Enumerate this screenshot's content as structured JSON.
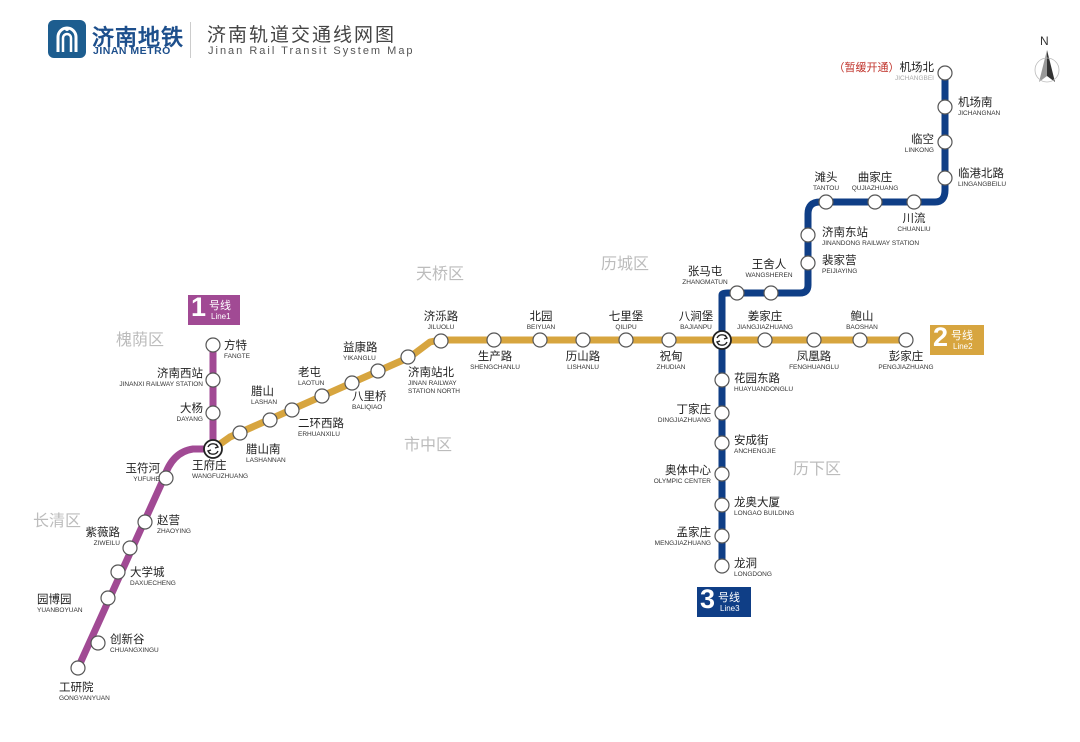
{
  "header": {
    "brand_cn": "济南地铁",
    "brand_en": "JINAN METRO",
    "title_cn": "济南轨道交通线网图",
    "title_en": "Jinan Rail Transit System Map",
    "compass": "N"
  },
  "colors": {
    "line1": "#a14a94",
    "line2": "#d7a53f",
    "line3": "#0f3e86",
    "brand": "#1d4f8c"
  },
  "districts": [
    "槐荫区",
    "天桥区",
    "历城区",
    "市中区",
    "历下区",
    "长清区"
  ],
  "lines": {
    "line1": {
      "num": "1",
      "hao": "号线",
      "en": "Line1"
    },
    "line2": {
      "num": "2",
      "hao": "号线",
      "en": "Line2"
    },
    "line3": {
      "num": "3",
      "hao": "号线",
      "en": "Line3"
    }
  },
  "stations": {
    "fangte": {
      "cn": "方特",
      "en": "FANGTE"
    },
    "jinanxi": {
      "cn": "济南西站",
      "en": "JINANXI RAILWAY STATION"
    },
    "dayang": {
      "cn": "大杨",
      "en": "DAYANG"
    },
    "wangfuzhuang": {
      "cn": "王府庄",
      "en": "WANGFUZHUANG"
    },
    "yufuhe": {
      "cn": "玉符河",
      "en": "YUFUHE"
    },
    "zhaoying": {
      "cn": "赵营",
      "en": "ZHAOYING"
    },
    "ziweilu": {
      "cn": "紫薇路",
      "en": "ZIWEILU"
    },
    "daxuecheng": {
      "cn": "大学城",
      "en": "DAXUECHENG"
    },
    "yuanboyuan": {
      "cn": "园博园",
      "en": "YUANBOYUAN"
    },
    "chuangxingu": {
      "cn": "创新谷",
      "en": "CHUANGXINGU"
    },
    "gongyanyuan": {
      "cn": "工研院",
      "en": "GONGYANYUAN"
    },
    "lashannan": {
      "cn": "腊山南",
      "en": "LASHANNAN"
    },
    "lashan": {
      "cn": "腊山",
      "en": "LASHAN"
    },
    "erhuanxilu": {
      "cn": "二环西路",
      "en": "ERHUANXILU"
    },
    "laotun": {
      "cn": "老屯",
      "en": "LAOTUN"
    },
    "baliqiao": {
      "cn": "八里桥",
      "en": "BALIQIAO"
    },
    "yikanglu": {
      "cn": "益康路",
      "en": "YIKANGLU"
    },
    "jinanzhanbei": {
      "cn": "济南站北",
      "en1": "JINAN RAILWAY",
      "en2": "STATION NORTH"
    },
    "jiluolu": {
      "cn": "济泺路",
      "en": "JILUOLU"
    },
    "shengchanlu": {
      "cn": "生产路",
      "en": "SHENGCHANLU"
    },
    "beiyuan": {
      "cn": "北园",
      "en": "BEIYUAN"
    },
    "lishanlu": {
      "cn": "历山路",
      "en": "LISHANLU"
    },
    "qilipu": {
      "cn": "七里堡",
      "en": "QILIPU"
    },
    "zhudian": {
      "cn": "祝甸",
      "en": "ZHUDIAN"
    },
    "bajianpu": {
      "cn": "八涧堡",
      "en": "BAJIANPU"
    },
    "jiangjiazhuang": {
      "cn": "姜家庄",
      "en": "JIANGJIAZHUANG"
    },
    "fenghuanglu": {
      "cn": "凤凰路",
      "en": "FENGHUANGLU"
    },
    "baoshan": {
      "cn": "鲍山",
      "en": "BAOSHAN"
    },
    "pengjiazhuang": {
      "cn": "彭家庄",
      "en": "PENGJIAZHUANG"
    },
    "zhangmatun": {
      "cn": "张马屯",
      "en": "ZHANGMATUN"
    },
    "wangsheren": {
      "cn": "王舍人",
      "en": "WANGSHEREN"
    },
    "peijiaying": {
      "cn": "裴家营",
      "en": "PEIJIAYING"
    },
    "jinandongzhan": {
      "cn": "济南东站",
      "en": "JINANDONG RAILWAY STATION"
    },
    "tantou": {
      "cn": "滩头",
      "en": "TANTOU"
    },
    "qujiazhuang": {
      "cn": "曲家庄",
      "en": "QUJIAZHUANG"
    },
    "chuanliu": {
      "cn": "川流",
      "en": "CHUANLIU"
    },
    "lingangbeilu": {
      "cn": "临港北路",
      "en": "LINGANGBEILU"
    },
    "linkong": {
      "cn": "临空",
      "en": "LINKONG"
    },
    "jichangnan": {
      "cn": "机场南",
      "en": "JICHANGNAN"
    },
    "jichangbei": {
      "cn": "机场北",
      "en": "JICHANGBEI",
      "note": "（暂缓开通）"
    },
    "huayuandonglu": {
      "cn": "花园东路",
      "en": "HUAYUANDONGLU"
    },
    "dingjiazhuang": {
      "cn": "丁家庄",
      "en": "DINGJIAZHUANG"
    },
    "anchengjie": {
      "cn": "安成街",
      "en": "ANCHENGJIE"
    },
    "aotizhongxin": {
      "cn": "奥体中心",
      "en": "OLYMPIC CENTER"
    },
    "longaodasha": {
      "cn": "龙奥大厦",
      "en": "LONGAO BUILDING"
    },
    "mengjiazhuang": {
      "cn": "孟家庄",
      "en": "MENGJIAZHUANG"
    },
    "longdong": {
      "cn": "龙洞",
      "en": "LONGDONG"
    }
  }
}
